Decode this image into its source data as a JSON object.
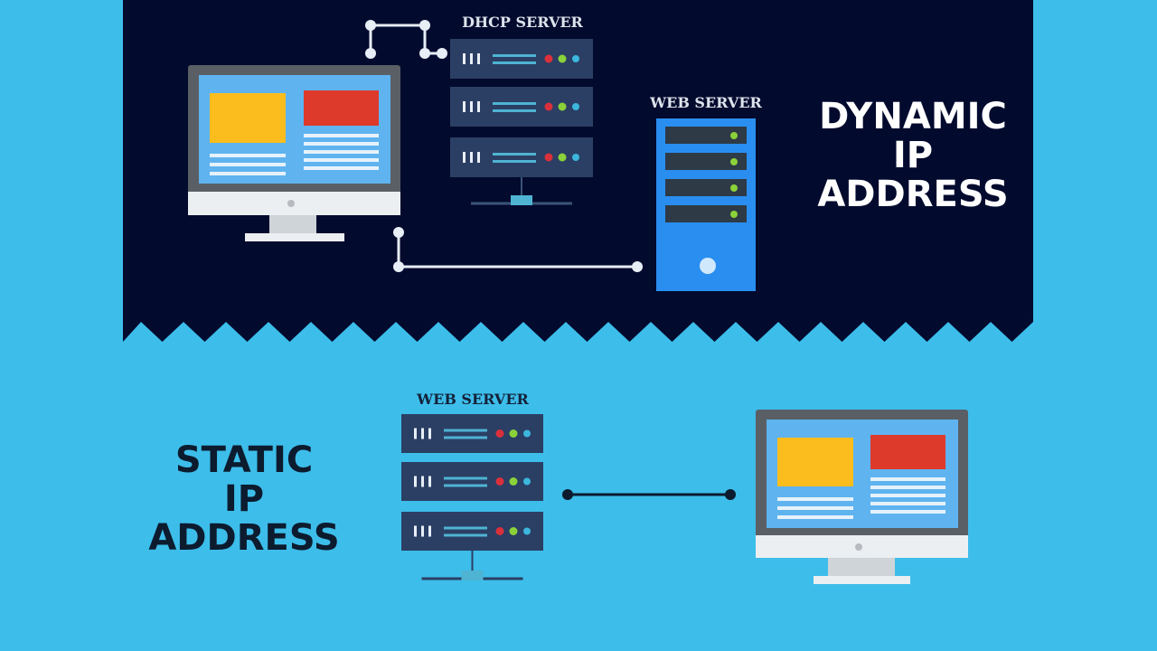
{
  "dynamic": {
    "title_lines": [
      "DYNAMIC",
      "IP",
      "ADDRESS"
    ],
    "dhcp_label": "DHCP SERVER",
    "web_label": "WEB SERVER"
  },
  "static": {
    "title_lines": [
      "STATIC",
      "IP",
      "ADDRESS"
    ],
    "web_label": "WEB SERVER"
  },
  "colors": {
    "background": "#3cbdea",
    "dark_panel": "#020a2e",
    "server_rack": "#2a3f63",
    "tower": "#2a8ef0",
    "screen": "#5fb4f0",
    "yellow": "#fbbd1e",
    "red": "#dd3a2c",
    "led_red": "#d9303c",
    "led_green": "#8bd13a",
    "led_blue": "#3cb6dd"
  }
}
